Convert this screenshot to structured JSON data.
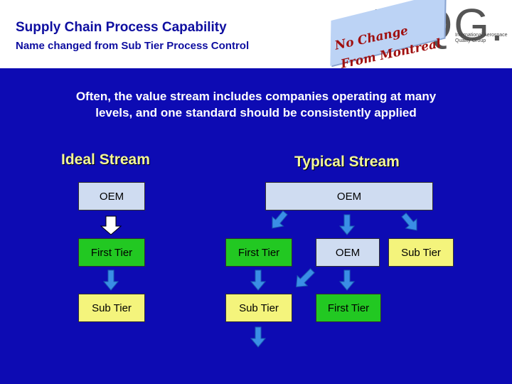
{
  "header": {
    "title": "Supply Chain Process Capability",
    "subtitle": "Name changed from Sub Tier Process Control"
  },
  "logo": {
    "text": "IAQG.",
    "line1": "International Aerospace",
    "line2": "Quality Group"
  },
  "sticky_note": {
    "line1": "No Change",
    "line2": "From Montreal"
  },
  "intro": {
    "line1": "Often, the value stream includes companies operating at many",
    "line2": "levels, and one standard should be consistently applied"
  },
  "ideal_stream": {
    "heading": "Ideal Stream",
    "boxes": [
      "OEM",
      "First Tier",
      "Sub Tier"
    ]
  },
  "typical_stream": {
    "heading": "Typical Stream",
    "top_box": "OEM",
    "row2": [
      "First Tier",
      "OEM",
      "Sub Tier"
    ],
    "row3": [
      "Sub Tier",
      "First Tier"
    ]
  },
  "colors": {
    "background": "#0d0bb3",
    "oem_box": "#cfdcf1",
    "first_tier_box": "#22c822",
    "sub_tier_box": "#f4f47c",
    "heading": "#f3f79a",
    "arrow": "#3a8ee6"
  }
}
